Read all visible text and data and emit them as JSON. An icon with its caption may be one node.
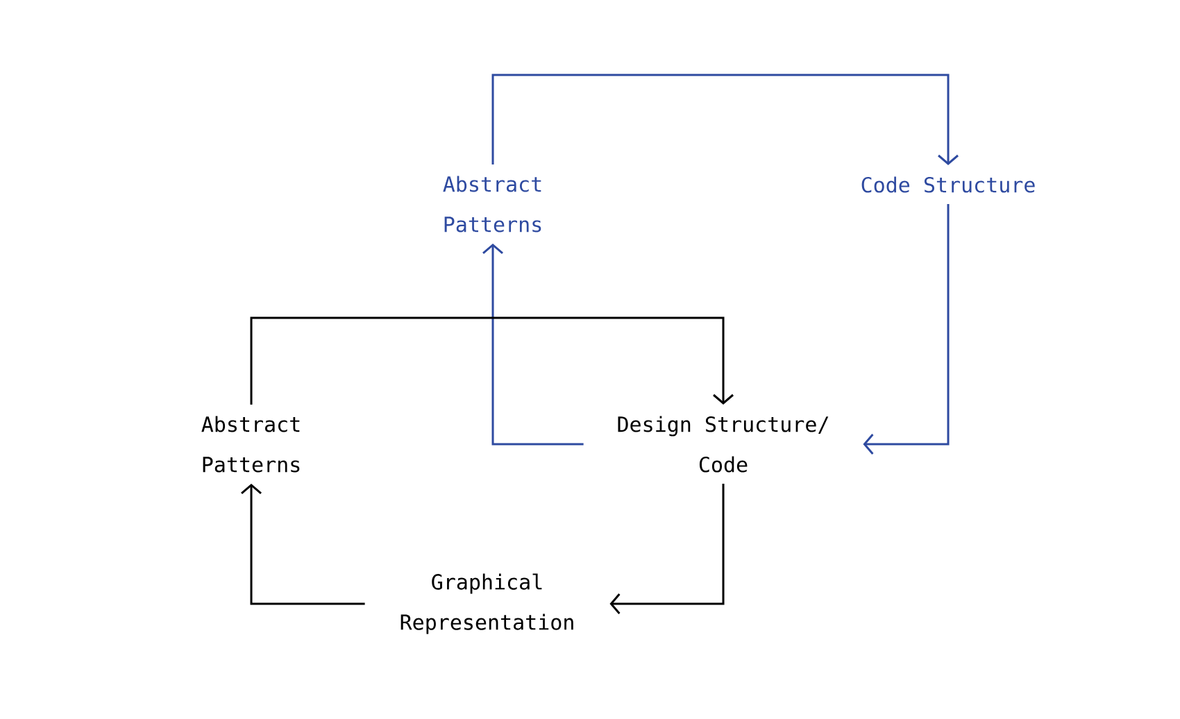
{
  "diagram": {
    "nodes": [
      {
        "text": [
          "Abstract Patterns"
        ]
      },
      {
        "text": [
          "Code Structure"
        ]
      },
      {
        "text": [
          "Abstract Patterns"
        ]
      },
      {
        "text": [
          "Design Structure/ Code"
        ]
      },
      {
        "text": [
          "Graphical Representation"
        ]
      }
    ],
    "edges": [
      {
        "from": 0,
        "to": 1,
        "arrow": "to",
        "color": "#2e4aa0"
      },
      {
        "from": 1,
        "to": 3,
        "arrow": "to",
        "color": "#2e4aa0"
      },
      {
        "from": 3,
        "to": 0,
        "arrow": "to",
        "color": "#2e4aa0"
      },
      {
        "from": 2,
        "to": 3,
        "arrow": "to",
        "color": "#000000"
      },
      {
        "from": 3,
        "to": 4,
        "arrow": "to",
        "color": "#000000"
      },
      {
        "from": 4,
        "to": 2,
        "arrow": "to",
        "color": "#000000"
      }
    ]
  }
}
